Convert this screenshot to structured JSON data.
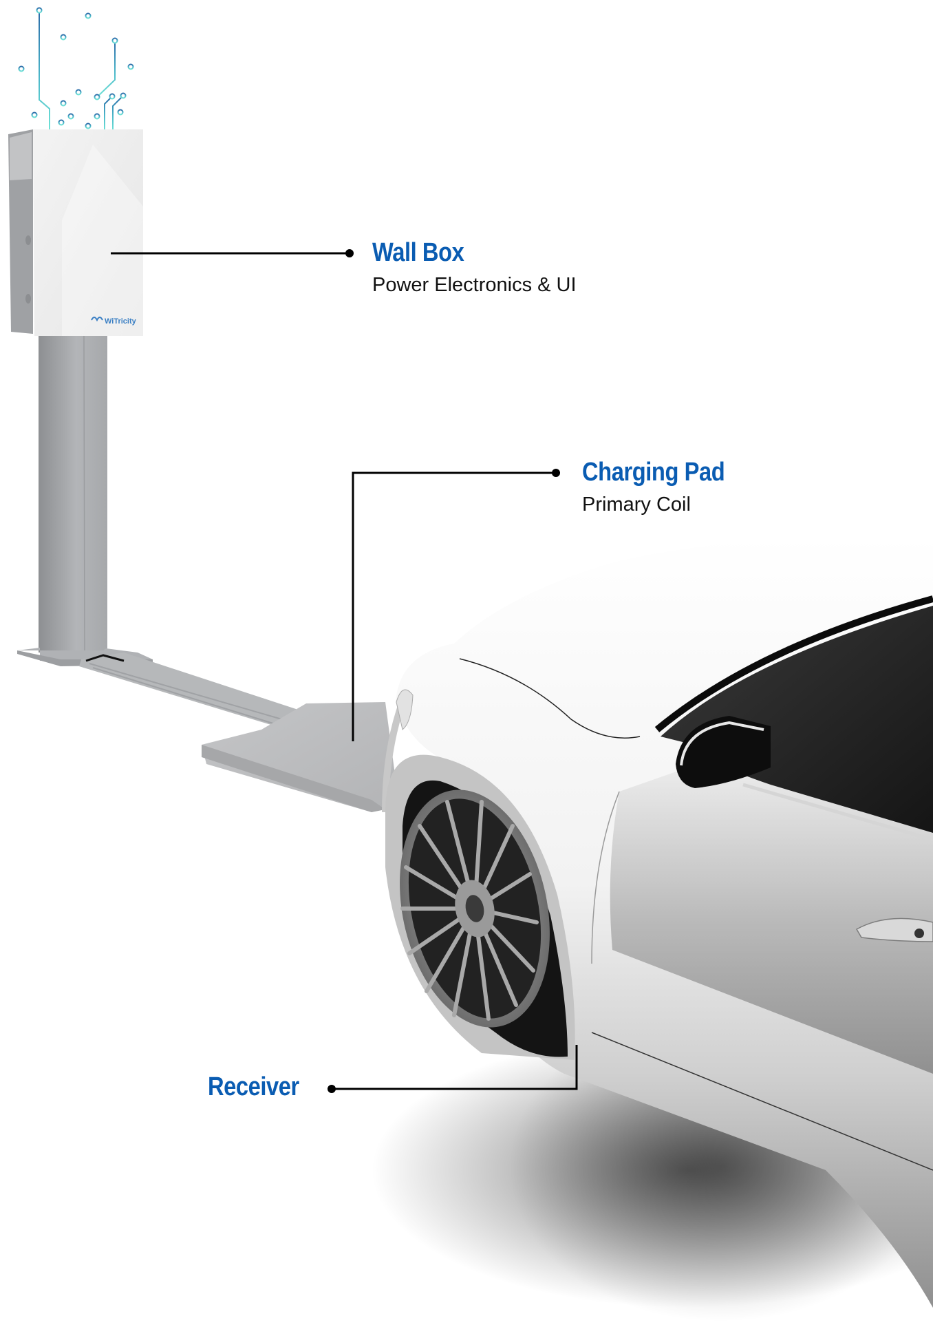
{
  "diagram": {
    "subject": "Wireless EV charging system",
    "brand_logo": "WiTricity",
    "accent_color": "#0a5cb2",
    "line_color": "#000000",
    "callouts": [
      {
        "id": "wall-box",
        "title": "Wall Box",
        "subtitle": "Power Electronics & UI"
      },
      {
        "id": "charging-pad",
        "title": "Charging Pad",
        "subtitle": "Primary Coil"
      },
      {
        "id": "receiver",
        "title": "Receiver",
        "subtitle": ""
      }
    ],
    "illustration": {
      "circuit_lines_colors": [
        "#2a6aa8",
        "#5fd6d0"
      ],
      "components": [
        "wall-box",
        "pedestal",
        "cable-conduit",
        "charging-pad",
        "car"
      ]
    }
  }
}
